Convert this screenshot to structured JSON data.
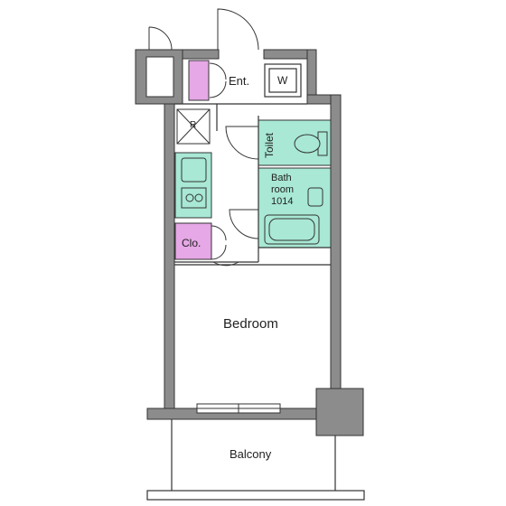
{
  "rooms": {
    "entrance": "Ent.",
    "washer": "W",
    "fridge": "R",
    "toilet": "Toilet",
    "bath_line1": "Bath",
    "bath_line2": "room",
    "bath_line3": "1014",
    "closet": "Clo.",
    "bedroom": "Bedroom",
    "balcony": "Balcony"
  },
  "colors": {
    "wall": "#8c8c8c",
    "wet_area": "#a8e8d4",
    "storage": "#e6a8e6",
    "line": "#333333"
  }
}
